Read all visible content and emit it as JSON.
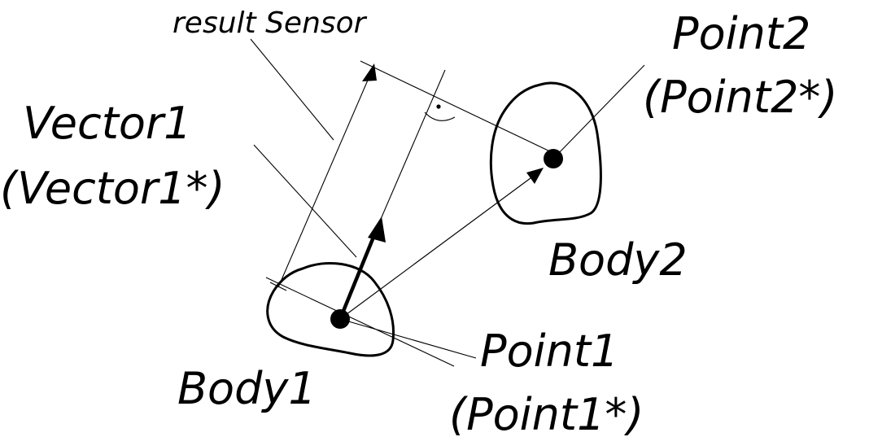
{
  "labels": {
    "result_sensor": "result Sensor",
    "vector1": "Vector1",
    "vector1_star": "(Vector1*)",
    "point2": "Point2",
    "point2_star": "(Point2*)",
    "body2": "Body2",
    "point1": "Point1",
    "point1_star": "(Point1*)",
    "body1": "Body1",
    "right_angle_dot": "·"
  },
  "colors": {
    "ink": "#000000",
    "background": "#ffffff"
  }
}
